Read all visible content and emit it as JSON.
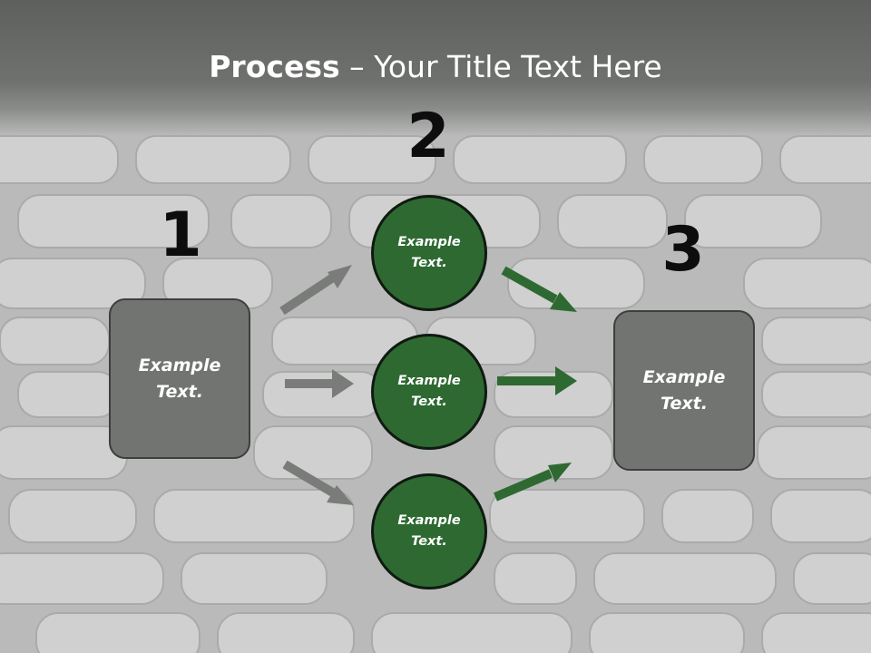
{
  "slide": {
    "title_bold": "Process",
    "title_rest": " – Your Title Text Here"
  },
  "steps": [
    {
      "number": "1",
      "text": "Example Text."
    },
    {
      "number": "2",
      "nodes": [
        {
          "text": "Example Text."
        },
        {
          "text": "Example Text."
        },
        {
          "text": "Example Text."
        }
      ]
    },
    {
      "number": "3",
      "text": "Example Text."
    }
  ],
  "colors": {
    "box_fill": "#727472",
    "circle_fill": "#2e6932",
    "arrow_gray": "#7a7c7a",
    "arrow_green": "#2e6932",
    "title_band": "#5e605e"
  }
}
